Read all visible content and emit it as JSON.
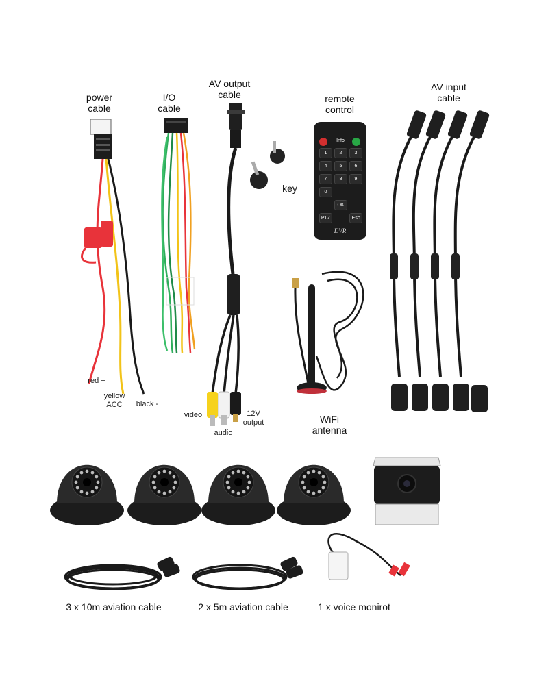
{
  "labels": {
    "power_cable": "power\ncable",
    "io_cable": "I/O\ncable",
    "av_output_cable": "AV output\ncable",
    "remote_control": "remote\ncontrol",
    "av_input_cable": "AV input\ncable",
    "key": "key",
    "red_plus": "red +",
    "yellow_acc": "yellow\nACC",
    "black_minus": "black -",
    "video": "video",
    "audio": "audio",
    "twelve_v_output": "12V\noutput",
    "wifi_antenna": "WiFi\nantenna"
  },
  "captions": {
    "cable_10m": "3 x 10m aviation cable",
    "cable_5m": "2 x 5m aviation cable",
    "voice": "1 x voice monirot"
  },
  "remote": {
    "brand": "DVR",
    "keys": [
      "Info",
      "1",
      "2",
      "3",
      "4",
      "5",
      "6",
      "7",
      "8",
      "9",
      "0",
      "OK",
      "PTZ",
      "Esc"
    ]
  },
  "colors": {
    "cable_black": "#1a1a1a",
    "wire_red": "#e8333a",
    "wire_yellow": "#f2c318",
    "wire_green": "#2fae5c",
    "rca_yellow": "#f6d21c",
    "rca_white": "#f2f2f2",
    "remote_power_red": "#d32f2f",
    "remote_green": "#28a745"
  }
}
